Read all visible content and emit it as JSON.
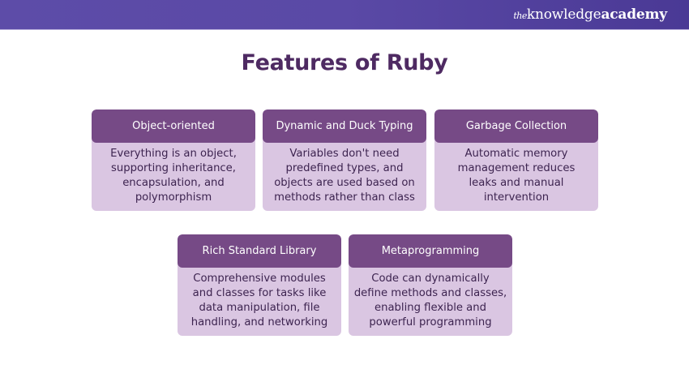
{
  "brand": {
    "prefix": "the",
    "name_part1": "knowledge",
    "name_part2": "academy"
  },
  "title": "Features of Ruby",
  "features": [
    {
      "heading": "Object-oriented",
      "lines": [
        "Everything is an object,",
        "supporting inheritance,",
        "encapsulation, and",
        "polymorphism"
      ]
    },
    {
      "heading": "Dynamic and Duck Typing",
      "lines": [
        "Variables don't need",
        "predefined types, and",
        "objects are used based on",
        "methods rather than class"
      ]
    },
    {
      "heading": "Garbage Collection",
      "lines": [
        "Automatic memory",
        "management reduces",
        "leaks and manual",
        "intervention"
      ]
    },
    {
      "heading": "Rich Standard Library",
      "lines": [
        "Comprehensive modules",
        "and classes for tasks like",
        "data manipulation, file",
        "handling, and networking"
      ]
    },
    {
      "heading": "Metaprogramming",
      "lines": [
        "Code can dynamically",
        "define methods and classes,",
        "enabling flexible and",
        "powerful programming"
      ]
    }
  ],
  "colors": {
    "banner": "#5a49a6",
    "title": "#4e2a62",
    "card_header": "#764a86",
    "card_body": "#dac6e2",
    "card_text": "#3d2450"
  }
}
